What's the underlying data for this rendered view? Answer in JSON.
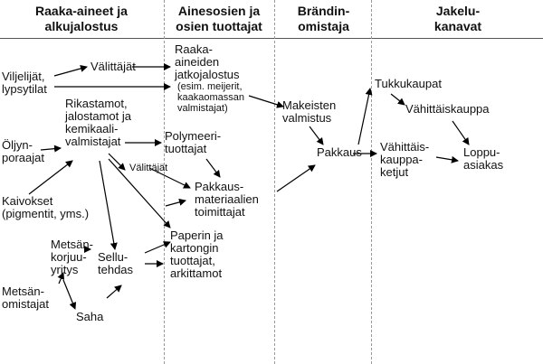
{
  "headers": {
    "col1": [
      "Raaka-aineet ja",
      "alkujalostus"
    ],
    "col2": [
      "Ainesosien ja",
      "osien tuottajat"
    ],
    "col3": [
      "Brändin-",
      "omistaja"
    ],
    "col4": [
      "Jakelu-",
      "kanavat"
    ]
  },
  "nodes": {
    "viljelijat": [
      "Viljelijät,",
      "lypsytilat"
    ],
    "valittajat_top": [
      "Välittäjät"
    ],
    "raaka_jalostus": [
      "Raaka-",
      "aineiden",
      "jatkojalostus"
    ],
    "raaka_jalostus_note": [
      "(esim. meijerit,",
      "kaakaomassan",
      "valmistajat)"
    ],
    "rikastamot": [
      "Rikastamot,",
      "jalostamot ja",
      "kemikaali-",
      "valmistajat"
    ],
    "oljyn": [
      "Öljyn-",
      "poraajat"
    ],
    "valittajat_mid": [
      "Välittäjät"
    ],
    "polymeeri": [
      "Polymeeri-",
      "tuottajat"
    ],
    "pakkausmateriaali": [
      "Pakkaus-",
      "materiaalien",
      "toimittajat"
    ],
    "kaivokset": [
      "Kaivokset",
      "(pigmentit, yms.)"
    ],
    "metsankorjuu": [
      "Metsän-",
      "korjuu-",
      "yritys"
    ],
    "sellutehdas": [
      "Sellu-",
      "tehdas"
    ],
    "paperin": [
      "Paperin ja",
      "kartongin",
      "tuottajat,",
      "arkittamot"
    ],
    "metsanomistajat": [
      "Metsän-",
      "omistajat"
    ],
    "saha": [
      "Saha"
    ],
    "makeisten": [
      "Makeisten",
      "valmistus"
    ],
    "pakkaus": [
      "Pakkaus"
    ],
    "tukkukaupat": [
      "Tukkukaupat"
    ],
    "vahittaiskauppa": [
      "Vähittäiskauppa"
    ],
    "vahittaiskauppaketjut": [
      "Vähittäis-",
      "kauppa-",
      "ketjut"
    ],
    "loppuasiakas": [
      "Loppu-",
      "asiakas"
    ]
  }
}
